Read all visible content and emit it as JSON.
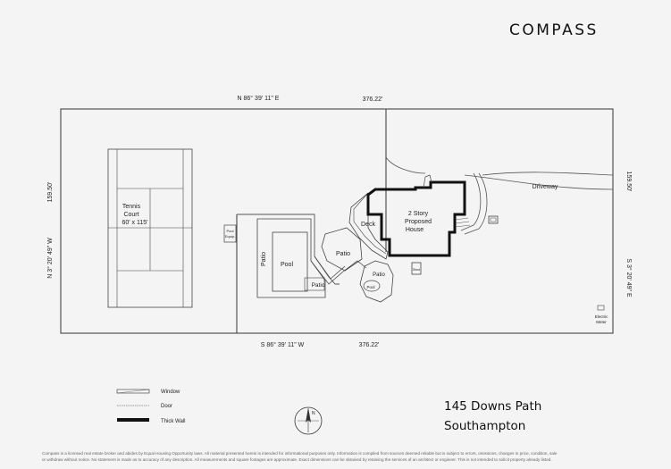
{
  "brand": {
    "logo": "COMPASS"
  },
  "boundary": {
    "north": "N 86° 39' 11\" E",
    "south": "S 86° 39' 11\" W",
    "west": "N 3° 20' 49\" W",
    "east": "S 3° 20' 49\" E",
    "top_length": "376.22'",
    "bottom_length": "376.22'",
    "left_length": "159.50'",
    "right_length": "159.50'"
  },
  "labels": {
    "tennis_1": "Tennis",
    "tennis_2": "Court",
    "tennis_3": "60' x 115'",
    "pool_equip_1": "Pool",
    "pool_equip_2": "Equip.",
    "patio_vertical": "Patio",
    "pool": "Pool",
    "patio_pool": "Patio",
    "patio_center": "Patio",
    "deck": "Deck",
    "house_1": "2 Story",
    "house_2": "Proposed",
    "house_3": "House",
    "patio_small": "Patio",
    "pool_small": "Pool",
    "shed": "Shed",
    "driveway": "Driveway",
    "electric_1": "Electric",
    "electric_2": "Meter"
  },
  "legend": {
    "window": "Window",
    "door": "Door",
    "thick_wall": "Thick Wall"
  },
  "compass": {
    "north": "N"
  },
  "address": {
    "line1": "145 Downs Path",
    "line2": "Southampton"
  },
  "disclaimer": {
    "line1": "Compass is a licensed real estate broker and abides by Equal Housing Opportunity laws. All material presented herein is intended for informational purposes only. Information is compiled from sources deemed reliable but is subject to errors, omissions, changes in price, condition, sale",
    "line2": "or withdraw without notice. No statement is made as to accuracy of any description. All measurements and square footages are approximate. Exact dimensions can be obtained by retaining the services of an architect or engineer. This is not intended to solicit property already listed."
  }
}
